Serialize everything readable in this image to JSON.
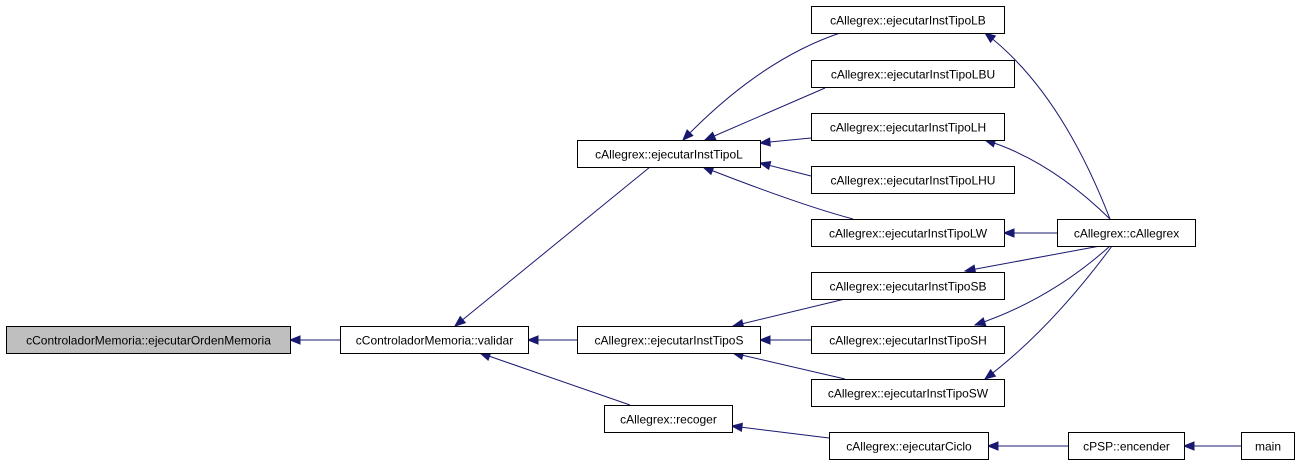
{
  "graph": {
    "edge_color": "#191970",
    "root_fill": "#bfbfbf",
    "nodes": [
      {
        "id": "n_root",
        "label": "cControladorMemoria::ejecutarOrdenMemoria",
        "root": true
      },
      {
        "id": "n_val",
        "label": "cControladorMemoria::validar"
      },
      {
        "id": "n_L",
        "label": "cAllegrex::ejecutarInstTipoL"
      },
      {
        "id": "n_S",
        "label": "cAllegrex::ejecutarInstTipoS"
      },
      {
        "id": "n_rec",
        "label": "cAllegrex::recoger"
      },
      {
        "id": "n_LB",
        "label": "cAllegrex::ejecutarInstTipoLB"
      },
      {
        "id": "n_LBU",
        "label": "cAllegrex::ejecutarInstTipoLBU"
      },
      {
        "id": "n_LH",
        "label": "cAllegrex::ejecutarInstTipoLH"
      },
      {
        "id": "n_LHU",
        "label": "cAllegrex::ejecutarInstTipoLHU"
      },
      {
        "id": "n_LW",
        "label": "cAllegrex::ejecutarInstTipoLW"
      },
      {
        "id": "n_SB",
        "label": "cAllegrex::ejecutarInstTipoSB"
      },
      {
        "id": "n_SH",
        "label": "cAllegrex::ejecutarInstTipoSH"
      },
      {
        "id": "n_SW",
        "label": "cAllegrex::ejecutarInstTipoSW"
      },
      {
        "id": "n_ciclo",
        "label": "cAllegrex::ejecutarCiclo"
      },
      {
        "id": "n_cA",
        "label": "cAllegrex::cAllegrex"
      },
      {
        "id": "n_enc",
        "label": "cPSP::encender"
      },
      {
        "id": "n_main",
        "label": "main"
      }
    ],
    "edges": [
      {
        "from": "n_val",
        "to": "n_root"
      },
      {
        "from": "n_L",
        "to": "n_val"
      },
      {
        "from": "n_S",
        "to": "n_val"
      },
      {
        "from": "n_rec",
        "to": "n_val"
      },
      {
        "from": "n_LB",
        "to": "n_L"
      },
      {
        "from": "n_LBU",
        "to": "n_L"
      },
      {
        "from": "n_LH",
        "to": "n_L"
      },
      {
        "from": "n_LHU",
        "to": "n_L"
      },
      {
        "from": "n_LW",
        "to": "n_L"
      },
      {
        "from": "n_SB",
        "to": "n_S"
      },
      {
        "from": "n_SH",
        "to": "n_S"
      },
      {
        "from": "n_SW",
        "to": "n_S"
      },
      {
        "from": "n_ciclo",
        "to": "n_rec"
      },
      {
        "from": "n_cA",
        "to": "n_LB"
      },
      {
        "from": "n_cA",
        "to": "n_LH"
      },
      {
        "from": "n_cA",
        "to": "n_LW"
      },
      {
        "from": "n_cA",
        "to": "n_SB"
      },
      {
        "from": "n_cA",
        "to": "n_SH"
      },
      {
        "from": "n_cA",
        "to": "n_SW"
      },
      {
        "from": "n_enc",
        "to": "n_ciclo"
      },
      {
        "from": "n_main",
        "to": "n_enc"
      }
    ]
  }
}
